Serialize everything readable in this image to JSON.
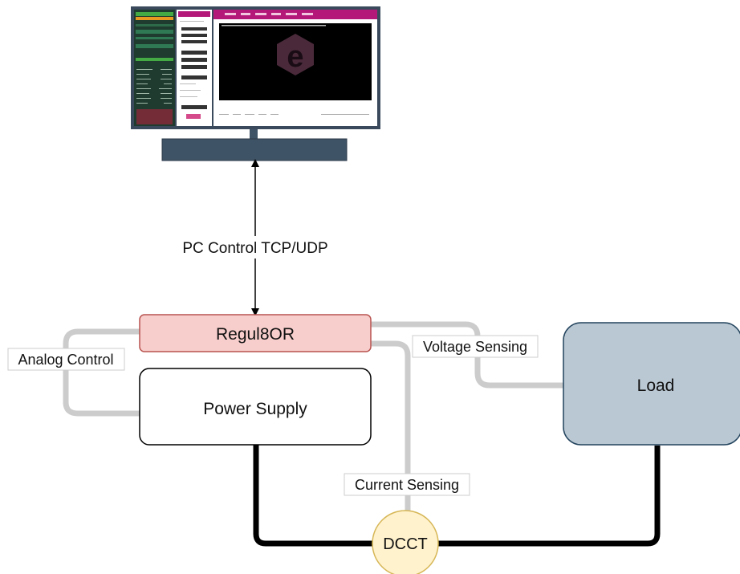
{
  "diagram": {
    "nodes": {
      "regulator": {
        "label": "Regul8OR",
        "fill": "#f8cecc",
        "stroke": "#b85450"
      },
      "power_supply": {
        "label": "Power Supply",
        "fill": "#ffffff",
        "stroke": "#000000"
      },
      "load": {
        "label": "Load",
        "fill": "#bac8d3",
        "stroke": "#23445d"
      },
      "dcct": {
        "label": "DCCT",
        "fill": "#fff2cc",
        "stroke": "#d6b656"
      }
    },
    "edges": {
      "pc_link": {
        "label": "PC Control TCP/UDP"
      },
      "analog_control": {
        "label": "Analog Control"
      },
      "voltage_sensing": {
        "label": "Voltage Sensing"
      },
      "current_sensing": {
        "label": "Current Sensing"
      }
    },
    "monitor": {
      "logo_letter": "e",
      "screen_colors": {
        "bezel": "#3a4a5c",
        "stand": "#3f5366",
        "accent": "#b4197a",
        "terminal": "#000000"
      }
    },
    "colors": {
      "signal_line": "#cccccc",
      "power_line": "#000000"
    }
  }
}
